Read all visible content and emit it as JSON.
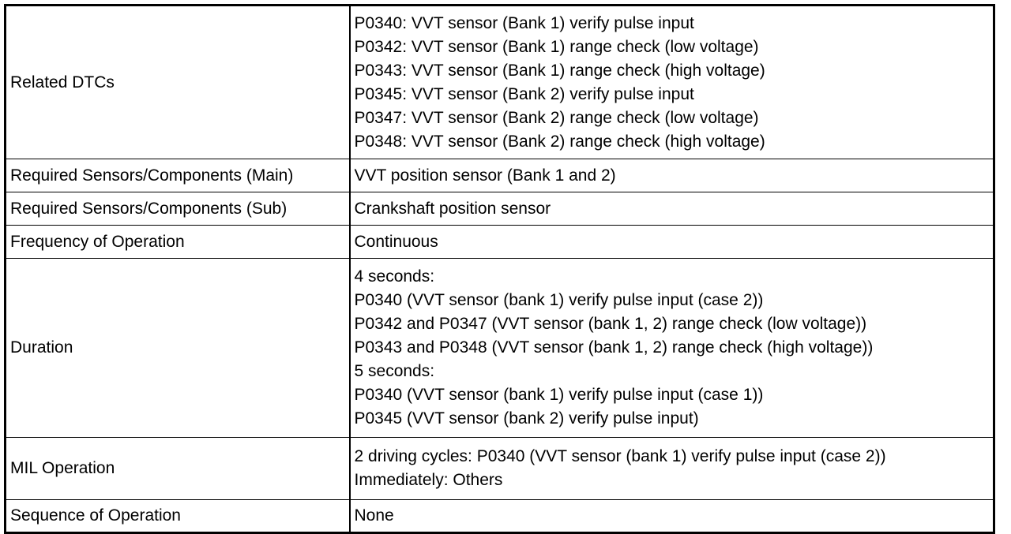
{
  "table": {
    "rows": [
      {
        "label": "Related DTCs",
        "values": [
          "P0340: VVT sensor (Bank 1) verify pulse input",
          "P0342: VVT sensor (Bank 1) range check (low voltage)",
          "P0343: VVT sensor (Bank 1) range check (high voltage)",
          "P0345: VVT sensor (Bank 2) verify pulse input",
          "P0347: VVT sensor (Bank 2) range check (low voltage)",
          "P0348: VVT sensor (Bank 2) range check (high voltage)"
        ]
      },
      {
        "label": "Required Sensors/Components (Main)",
        "values": [
          "VVT position sensor (Bank 1 and 2)"
        ]
      },
      {
        "label": "Required Sensors/Components (Sub)",
        "values": [
          "Crankshaft position sensor"
        ]
      },
      {
        "label": "Frequency of Operation",
        "values": [
          "Continuous"
        ]
      },
      {
        "label": "Duration",
        "values": [
          "4 seconds:",
          "P0340 (VVT sensor (bank 1) verify pulse input (case 2))",
          "P0342 and P0347 (VVT sensor (bank 1, 2) range check (low voltage))",
          "P0343 and P0348 (VVT sensor (bank 1, 2) range check (high voltage))",
          "5 seconds:",
          "P0340 (VVT sensor (bank 1) verify pulse input (case 1))",
          "P0345 (VVT sensor (bank 2) verify pulse input)"
        ]
      },
      {
        "label": "MIL Operation",
        "values": [
          "2 driving cycles: P0340 (VVT sensor (bank 1) verify pulse input (case 2))",
          "Immediately: Others"
        ]
      },
      {
        "label": "Sequence of Operation",
        "values": [
          "None"
        ]
      }
    ]
  }
}
